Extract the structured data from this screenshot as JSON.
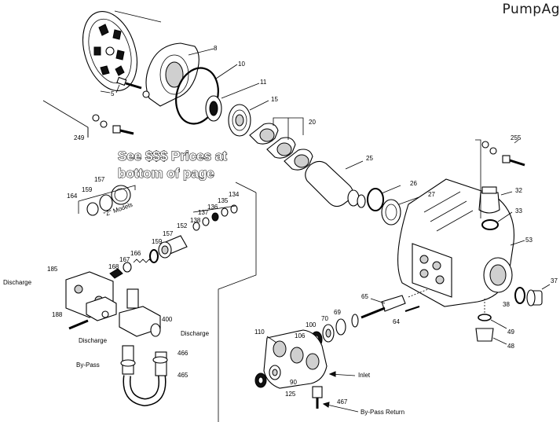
{
  "brand": "PumpAg",
  "notice": {
    "line1": "See $$$ Prices at",
    "line2": "bottom of page"
  },
  "labels": {
    "p8": "8",
    "p10": "10",
    "p11": "11",
    "p15": "15",
    "p5": "5",
    "p20": "20",
    "p249": "249",
    "p255": "255",
    "p25": "25",
    "p26": "26",
    "p27": "27",
    "p32": "32",
    "p33": "33",
    "p53": "53",
    "p37": "37",
    "p38": "38",
    "p49": "49",
    "p48": "48",
    "p157a": "157",
    "p159a": "159",
    "p164": "164",
    "z_models": "\"Z\" Models",
    "p134": "134",
    "p135": "135",
    "p136": "136",
    "p137": "137",
    "p138": "138",
    "p152": "152",
    "p157b": "157",
    "p159b": "159",
    "p166": "166",
    "p167": "167",
    "p168": "168",
    "p185": "185",
    "discharge_left": "Discharge",
    "p188": "188",
    "discharge_bottom": "Discharge",
    "p400": "400",
    "discharge_right": "Discharge",
    "bypass": "By-Pass",
    "p466": "466",
    "p465": "465",
    "p65": "65",
    "p64": "64",
    "p69": "69",
    "p70": "70",
    "p100": "100",
    "p106": "106",
    "p110": "110",
    "p90": "90",
    "p125": "125",
    "inlet": "Inlet",
    "p467": "467",
    "bypass_return": "By-Pass Return"
  }
}
